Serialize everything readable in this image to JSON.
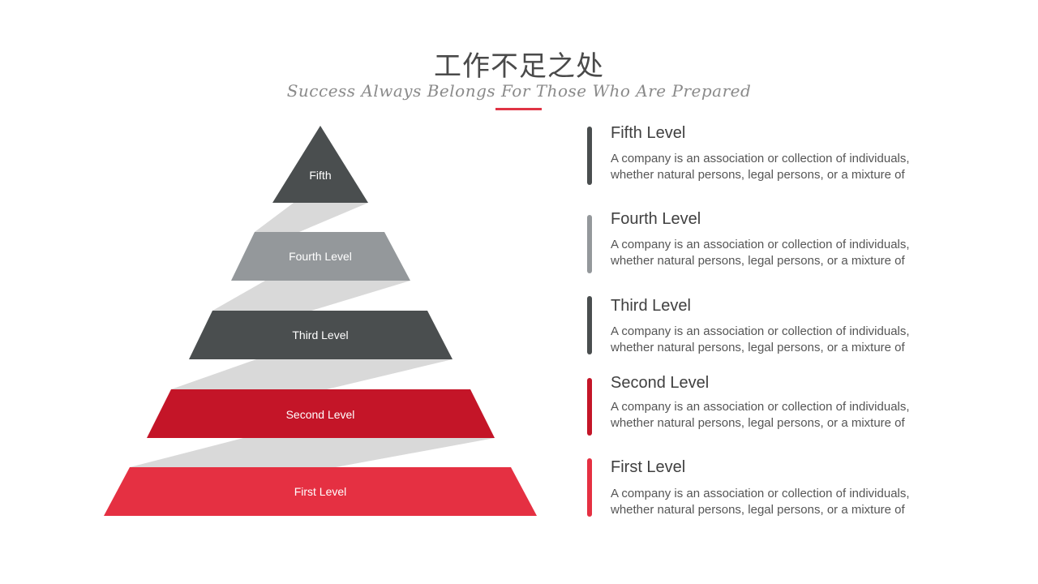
{
  "header": {
    "title": "工作不足之处",
    "subtitle": "Success Always Belongs For Those Who Are Prepared",
    "accent_color": "#e03445"
  },
  "pyramid": {
    "connector_color": "#d9d9d9",
    "levels": [
      {
        "label": "Fifth",
        "color": "#4a4e4f"
      },
      {
        "label": "Fourth Level",
        "color": "#94989b"
      },
      {
        "label": "Third Level",
        "color": "#4a4e4f"
      },
      {
        "label": "Second Level",
        "color": "#c41528"
      },
      {
        "label": "First Level",
        "color": "#e53042"
      }
    ]
  },
  "legend": {
    "items": [
      {
        "title": "Fifth Level",
        "line1": "A company is an association or collection of individuals,",
        "line2": "whether natural persons, legal persons, or a mixture of",
        "color": "#4a4e4f"
      },
      {
        "title": "Fourth Level",
        "line1": "A company is an association or collection of individuals,",
        "line2": "whether natural persons, legal persons, or a mixture of",
        "color": "#94989b"
      },
      {
        "title": "Third Level",
        "line1": "A company is an association or collection of individuals,",
        "line2": "whether natural persons, legal persons, or a mixture of",
        "color": "#4a4e4f"
      },
      {
        "title": "Second Level",
        "line1": "A company is an association or collection of individuals,",
        "line2": "whether natural persons, legal persons, or a mixture of",
        "color": "#c41528"
      },
      {
        "title": "First Level",
        "line1": "A company is an association or collection of individuals,",
        "line2": "whether natural persons, legal persons, or a mixture of",
        "color": "#e53042"
      }
    ]
  }
}
